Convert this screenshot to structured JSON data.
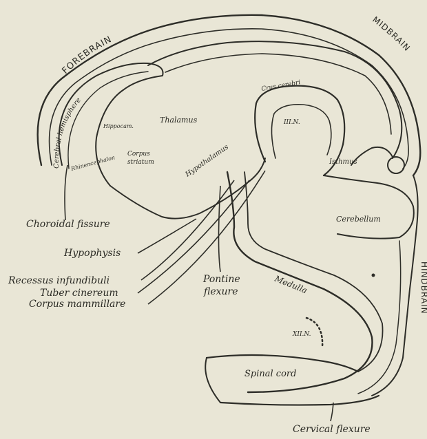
{
  "regions": {
    "forebrain": "FOREBRAIN",
    "midbrain": "MIDBRAIN",
    "hindbrain": "HINDBRAIN"
  },
  "labels": {
    "cerebral_hemisphere": "Cerebral hemisphere",
    "thalamus": "Thalamus",
    "crus_cerebri": "Crus cerebri",
    "hypothalamus": "Hypothalamus",
    "corpus_striatum_1": "Corpus",
    "corpus_striatum_2": "striatum",
    "rhinencephalon": "Rhinencephalon",
    "hippocampus": "Hippocam.",
    "n3": "III.N.",
    "isthmus": "Isthmus",
    "cerebellum": "Cerebellum",
    "medulla": "Medulla",
    "n12": "XII.N.",
    "spinal_cord": "Spinal cord",
    "choroidal_fissure": "Choroidal fissure",
    "hypophysis": "Hypophysis",
    "recessus": "Recessus infundibuli",
    "tuber": "Tuber cinereum",
    "mammillare": "Corpus mammillare",
    "pontine_1": "Pontine",
    "pontine_2": "flexure",
    "cervical": "Cervical flexure"
  },
  "colors": {
    "paper": "#e9e6d6",
    "ink": "#2d2d28"
  }
}
